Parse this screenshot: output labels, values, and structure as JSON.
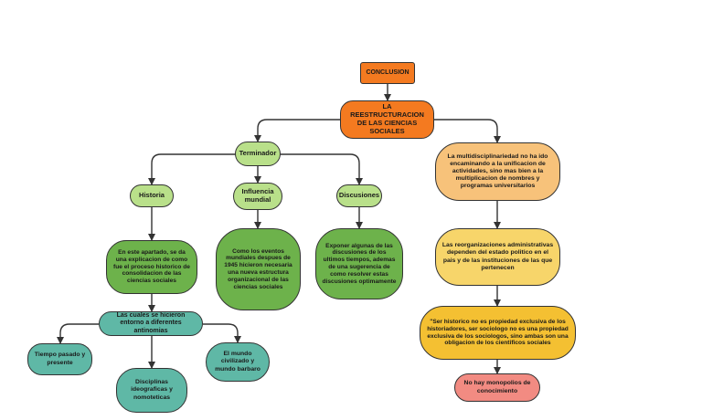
{
  "colors": {
    "orange": "#f47a20",
    "light_green": "#b9e08a",
    "dark_green": "#6db24b",
    "teal": "#5fb8a6",
    "light_orange": "#f7c27a",
    "yellow": "#f7d56a",
    "gold": "#f4c032",
    "pink": "#f28b82",
    "line": "#333333"
  },
  "nodes": {
    "conclusion": "CONCLUSION",
    "main": "LA REESTRUCTURACION DE LAS CIENCIAS SOCIALES",
    "terminador": "Terminador",
    "historia": "Historia",
    "influencia": "Influencia mundial",
    "discusiones": "Discusiones",
    "historia_desc": "En este apartado, se da una explicacion de como fue el proceso historico de consolidacion de las ciencias sociales",
    "influencia_desc": "Como los eventos mundiales despues de 1945 hicieron necesaria una nueva estructura organizacional de las ciencias sociales",
    "discusiones_desc": "Exponer algunas de las discusiones de los ultimos tiempos, ademas de una sugerencia de como resolver estas discusiones optimamente",
    "antinomias": "Las cuales se hicieron entorno a diferentes antinomias",
    "tiempo": "Tiempo pasado y presente",
    "disciplinas": "Disciplinas ideograficas y nomoteticas",
    "mundo": "El mundo civilizado y mundo barbaro",
    "multi": "La multidisciplinariedad no ha ido encaminando a la unificacion de actividades, sino mas bien a la multiplicacion de nombres y programas universitarios",
    "reorg": "Las reorganizaciones administrativas dependen del estado politico en el pais y de las instituciones de las que pertenecen",
    "historico": "\"Ser historico no es propiedad exclusiva de los historiadores, ser sociologo no es una propiedad exclusiva de los sociologos, sino ambas son una obligacion de los cientificos sociales",
    "monopolios": "No hay monopolios de conocimiento"
  }
}
